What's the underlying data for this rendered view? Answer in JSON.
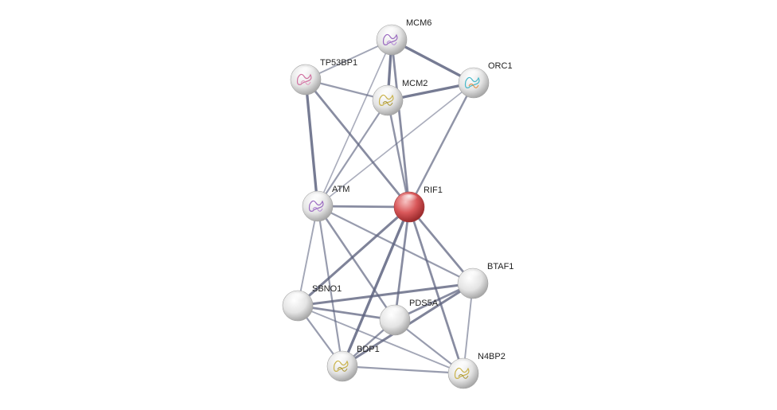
{
  "network": {
    "query_protein": "RIF1",
    "nodes": [
      {
        "id": "RIF1",
        "label": "RIF1",
        "query": true,
        "structure_icon": "none"
      },
      {
        "id": "MCM6",
        "label": "MCM6",
        "query": false,
        "structure_icon": "protein-structure-purple"
      },
      {
        "id": "TP53BP1",
        "label": "TP53BP1",
        "query": false,
        "structure_icon": "protein-structure-pink"
      },
      {
        "id": "MCM2",
        "label": "MCM2",
        "query": false,
        "structure_icon": "protein-structure-yellow"
      },
      {
        "id": "ORC1",
        "label": "ORC1",
        "query": false,
        "structure_icon": "protein-structure-multicolor"
      },
      {
        "id": "ATM",
        "label": "ATM",
        "query": false,
        "structure_icon": "protein-structure-purple"
      },
      {
        "id": "BTAF1",
        "label": "BTAF1",
        "query": false,
        "structure_icon": "none"
      },
      {
        "id": "SBNO1",
        "label": "SBNO1",
        "query": false,
        "structure_icon": "none"
      },
      {
        "id": "PDS5A",
        "label": "PDS5A",
        "query": false,
        "structure_icon": "none"
      },
      {
        "id": "BDP1",
        "label": "BDP1",
        "query": false,
        "structure_icon": "protein-structure-yellow"
      },
      {
        "id": "N4BP2",
        "label": "N4BP2",
        "query": false,
        "structure_icon": "protein-structure-yellow"
      }
    ],
    "edges": [
      {
        "source": "MCM6",
        "target": "ORC1",
        "strength": 0.9
      },
      {
        "source": "MCM6",
        "target": "MCM2",
        "strength": 0.9
      },
      {
        "source": "MCM6",
        "target": "TP53BP1",
        "strength": 0.4
      },
      {
        "source": "MCM6",
        "target": "RIF1",
        "strength": 0.7
      },
      {
        "source": "MCM6",
        "target": "ATM",
        "strength": 0.3
      },
      {
        "source": "MCM2",
        "target": "ORC1",
        "strength": 0.9
      },
      {
        "source": "MCM2",
        "target": "TP53BP1",
        "strength": 0.5
      },
      {
        "source": "MCM2",
        "target": "RIF1",
        "strength": 0.6
      },
      {
        "source": "MCM2",
        "target": "ATM",
        "strength": 0.5
      },
      {
        "source": "TP53BP1",
        "target": "ATM",
        "strength": 0.9
      },
      {
        "source": "TP53BP1",
        "target": "RIF1",
        "strength": 0.7
      },
      {
        "source": "ORC1",
        "target": "RIF1",
        "strength": 0.6
      },
      {
        "source": "ORC1",
        "target": "ATM",
        "strength": 0.3
      },
      {
        "source": "ATM",
        "target": "RIF1",
        "strength": 0.7
      },
      {
        "source": "ATM",
        "target": "SBNO1",
        "strength": 0.4
      },
      {
        "source": "ATM",
        "target": "PDS5A",
        "strength": 0.6
      },
      {
        "source": "ATM",
        "target": "BDP1",
        "strength": 0.5
      },
      {
        "source": "ATM",
        "target": "BTAF1",
        "strength": 0.5
      },
      {
        "source": "RIF1",
        "target": "BTAF1",
        "strength": 0.7
      },
      {
        "source": "RIF1",
        "target": "SBNO1",
        "strength": 0.8
      },
      {
        "source": "RIF1",
        "target": "PDS5A",
        "strength": 0.7
      },
      {
        "source": "RIF1",
        "target": "BDP1",
        "strength": 0.9
      },
      {
        "source": "RIF1",
        "target": "N4BP2",
        "strength": 0.7
      },
      {
        "source": "BTAF1",
        "target": "SBNO1",
        "strength": 0.8
      },
      {
        "source": "BTAF1",
        "target": "PDS5A",
        "strength": 0.7
      },
      {
        "source": "BTAF1",
        "target": "BDP1",
        "strength": 0.8
      },
      {
        "source": "BTAF1",
        "target": "N4BP2",
        "strength": 0.4
      },
      {
        "source": "SBNO1",
        "target": "PDS5A",
        "strength": 0.7
      },
      {
        "source": "SBNO1",
        "target": "BDP1",
        "strength": 0.5
      },
      {
        "source": "SBNO1",
        "target": "N4BP2",
        "strength": 0.4
      },
      {
        "source": "PDS5A",
        "target": "BDP1",
        "strength": 0.6
      },
      {
        "source": "PDS5A",
        "target": "N4BP2",
        "strength": 0.5
      },
      {
        "source": "BDP1",
        "target": "N4BP2",
        "strength": 0.5
      }
    ],
    "colors": {
      "edge": "#5c627e",
      "node_default": "#e6e6e6",
      "node_query": "#d9585a"
    }
  }
}
